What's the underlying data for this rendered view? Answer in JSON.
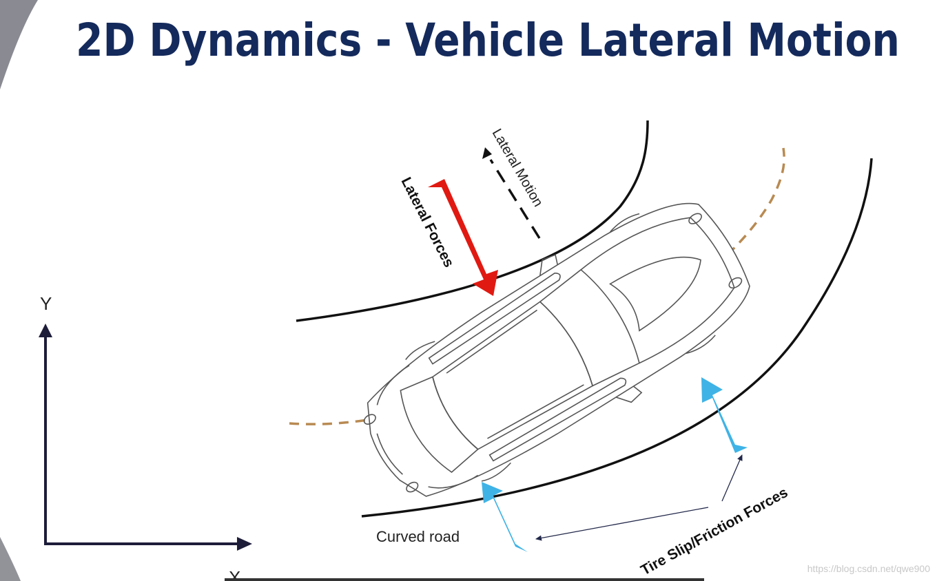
{
  "title": "2D Dynamics - Vehicle Lateral Motion",
  "axes": {
    "y_label": "Y",
    "x_label": "X"
  },
  "labels": {
    "lateral_forces": "Lateral Forces",
    "lateral_motion": "Lateral Motion",
    "curved_road": "Curved road",
    "tire_forces": "Tire Slip/Friction Forces"
  },
  "colors": {
    "title": "#142a5c",
    "lateral_force_arrow": "#e01a12",
    "tire_force_arrow": "#3fb3e6",
    "path_dashed": "#b88a52",
    "axis": "#1d1d3a"
  },
  "watermark": "https://blog.csdn.net/qwe900"
}
